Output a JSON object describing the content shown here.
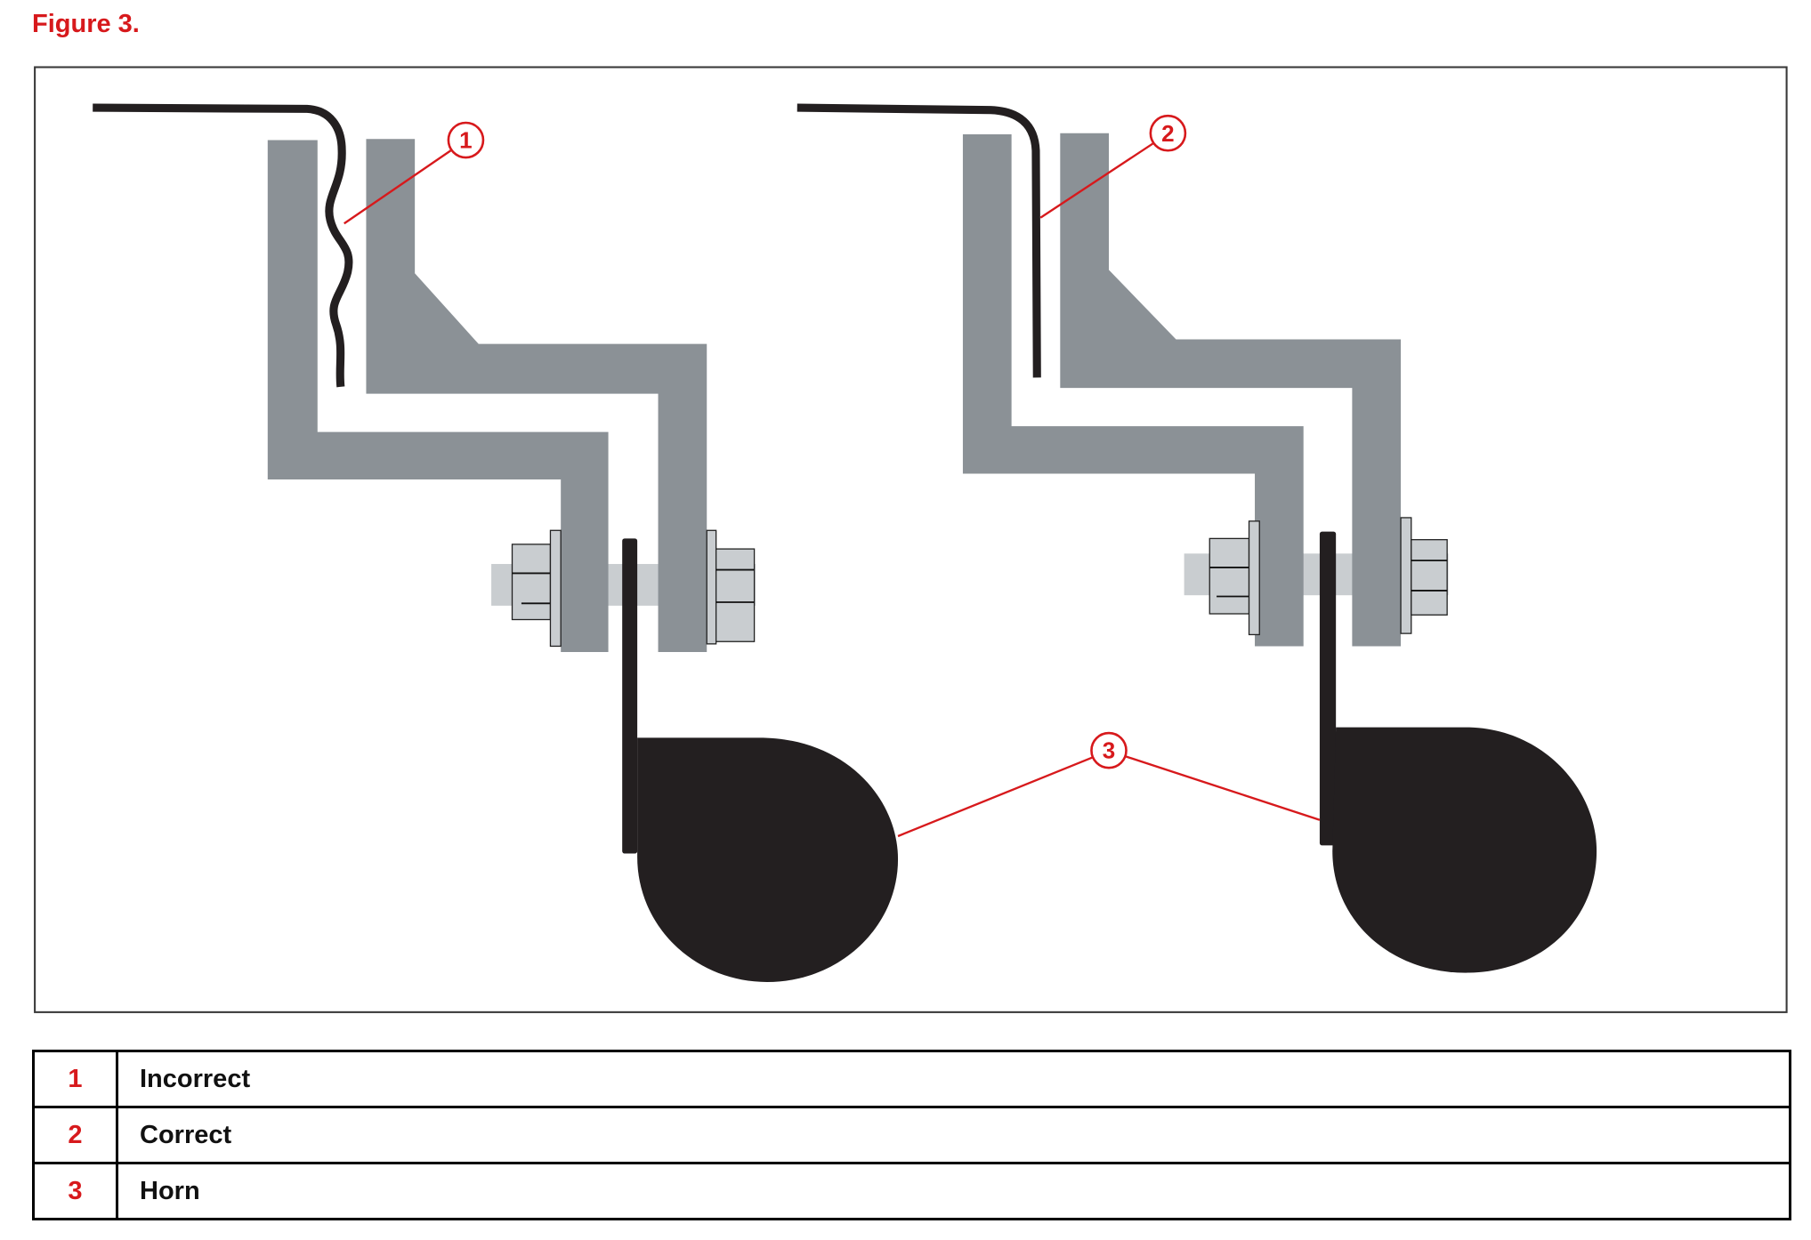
{
  "figure": {
    "title": "Figure 3."
  },
  "legend": [
    {
      "number": "1",
      "label": "Incorrect"
    },
    {
      "number": "2",
      "label": "Correct"
    },
    {
      "number": "3",
      "label": "Horn"
    }
  ],
  "colors": {
    "accent": "#d7191c",
    "bracket": "#8b9196",
    "hardware": "#c9cdd0",
    "horn": "#231f20"
  }
}
